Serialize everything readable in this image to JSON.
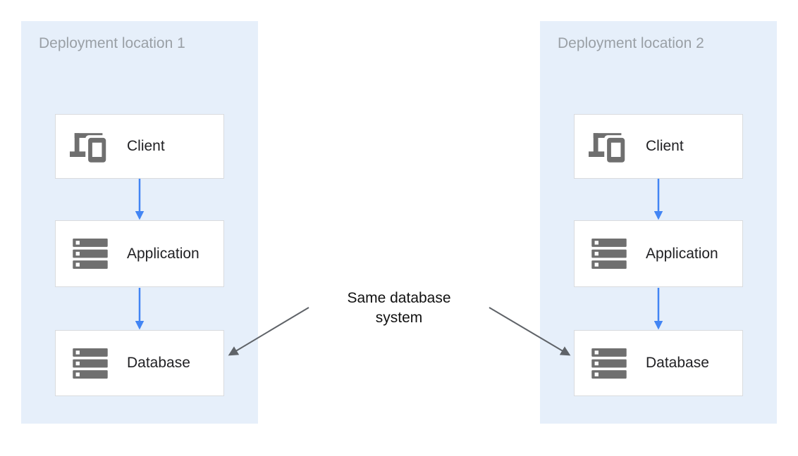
{
  "colors": {
    "canvas_bg": "#FFFFFF",
    "panel_bg": "#E6EFFA",
    "node_bg": "#FFFFFF",
    "node_border": "#D9DBDE",
    "icon_gray": "#6F6F6F",
    "panel_title_text": "#9AA0A6",
    "node_label_text": "#212124",
    "flow_arrow_blue": "#4285F4",
    "annotation_arrow_gray": "#5F6368",
    "annotation_text": "#111111"
  },
  "panels": [
    {
      "title": "Deployment location 1",
      "nodes": [
        {
          "label": "Client",
          "icon": "client-devices-icon"
        },
        {
          "label": "Application",
          "icon": "server-stack-icon"
        },
        {
          "label": "Database",
          "icon": "server-stack-icon"
        }
      ]
    },
    {
      "title": "Deployment location 2",
      "nodes": [
        {
          "label": "Client",
          "icon": "client-devices-icon"
        },
        {
          "label": "Application",
          "icon": "server-stack-icon"
        },
        {
          "label": "Database",
          "icon": "server-stack-icon"
        }
      ]
    }
  ],
  "annotation": {
    "line1": "Same database",
    "line2": "system"
  },
  "edges": [
    {
      "from": "client-1",
      "to": "application-1",
      "style": "blue-flow-arrow"
    },
    {
      "from": "application-1",
      "to": "database-1",
      "style": "blue-flow-arrow"
    },
    {
      "from": "client-2",
      "to": "application-2",
      "style": "blue-flow-arrow"
    },
    {
      "from": "application-2",
      "to": "database-2",
      "style": "blue-flow-arrow"
    },
    {
      "from": "annotation",
      "to": "database-1",
      "style": "gray-annotation-arrow"
    },
    {
      "from": "annotation",
      "to": "database-2",
      "style": "gray-annotation-arrow"
    }
  ]
}
